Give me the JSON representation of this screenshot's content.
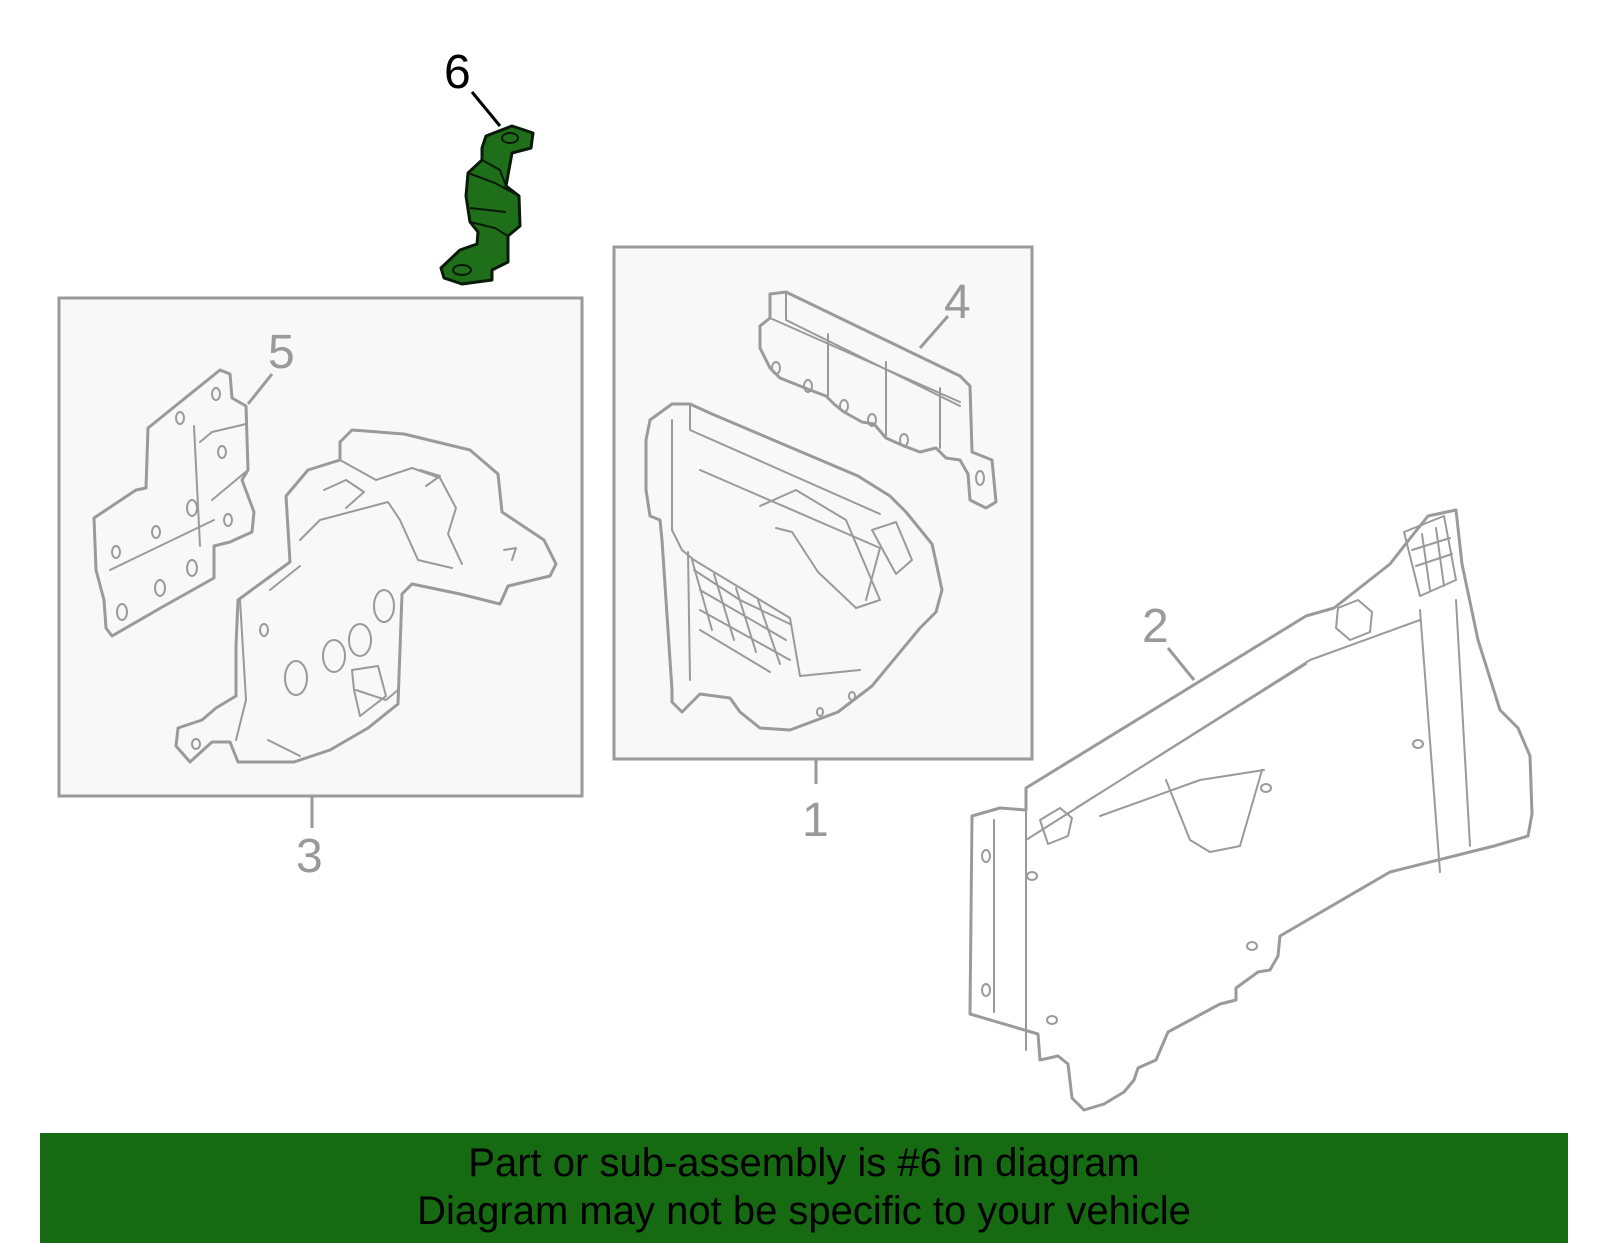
{
  "callouts": {
    "c1": "1",
    "c2": "2",
    "c3": "3",
    "c4": "4",
    "c5": "5",
    "c6": "6"
  },
  "highlighted_part": "6",
  "banner": {
    "line1": "Part or sub-assembly is #6 in diagram",
    "line2": "Diagram may not be specific to your vehicle"
  },
  "colors": {
    "highlight_fill": "#1f6e1a",
    "banner_bg": "#156a12",
    "line_gray": "#9a9a9a"
  }
}
